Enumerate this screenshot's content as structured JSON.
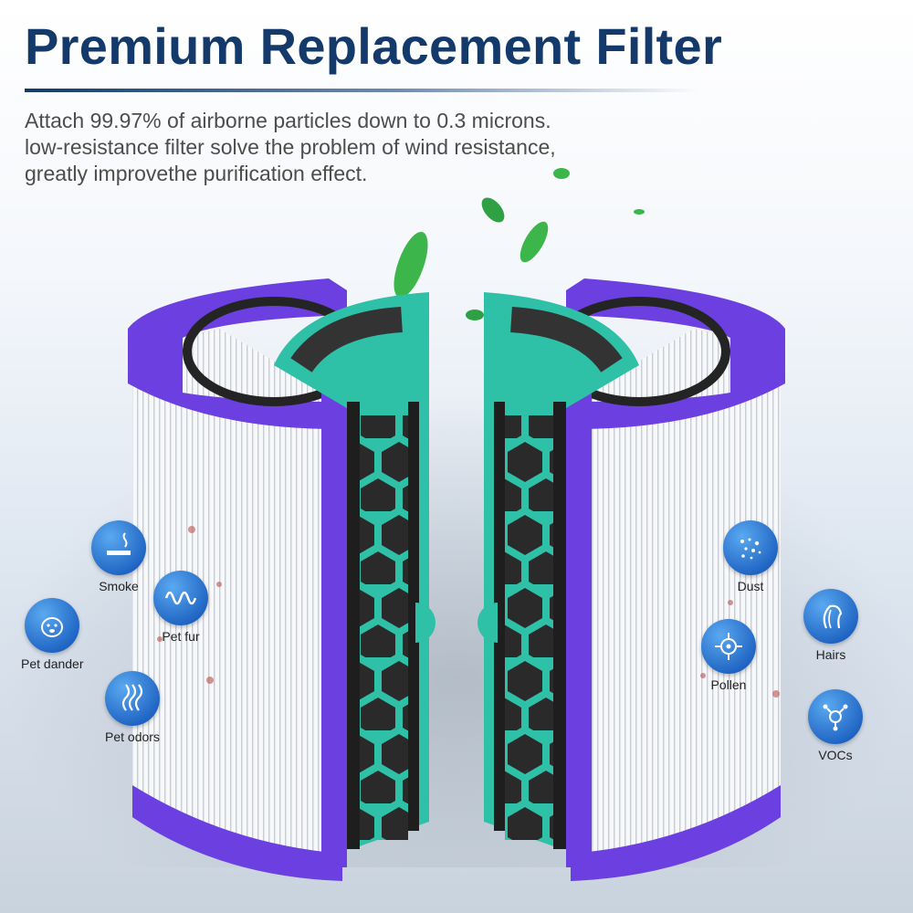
{
  "header": {
    "title": "Premium Replacement Filter",
    "description_lines": [
      "Attach 99.97% of airborne particles down to 0.3 microns.",
      "low-resistance filter solve the problem of wind resistance,",
      "greatly improvethe purification effect."
    ]
  },
  "badges": {
    "left": [
      {
        "label": "Smoke",
        "icon": "cigarette-icon"
      },
      {
        "label": "Pet fur",
        "icon": "wave-icon"
      },
      {
        "label": "Pet dander",
        "icon": "dog-face-icon"
      },
      {
        "label": "Pet odors",
        "icon": "odor-icon"
      }
    ],
    "right": [
      {
        "label": "Dust",
        "icon": "dust-icon"
      },
      {
        "label": "Hairs",
        "icon": "hair-icon"
      },
      {
        "label": "Pollen",
        "icon": "pollen-icon"
      },
      {
        "label": "VOCs",
        "icon": "molecule-icon"
      }
    ]
  },
  "colors": {
    "title": "#143a6b",
    "frame_purple": "#6b3fe0",
    "carbon_teal": "#2fc0a8",
    "badge_blue": "#1e63c2",
    "leaf_green": "#3cb54a"
  }
}
